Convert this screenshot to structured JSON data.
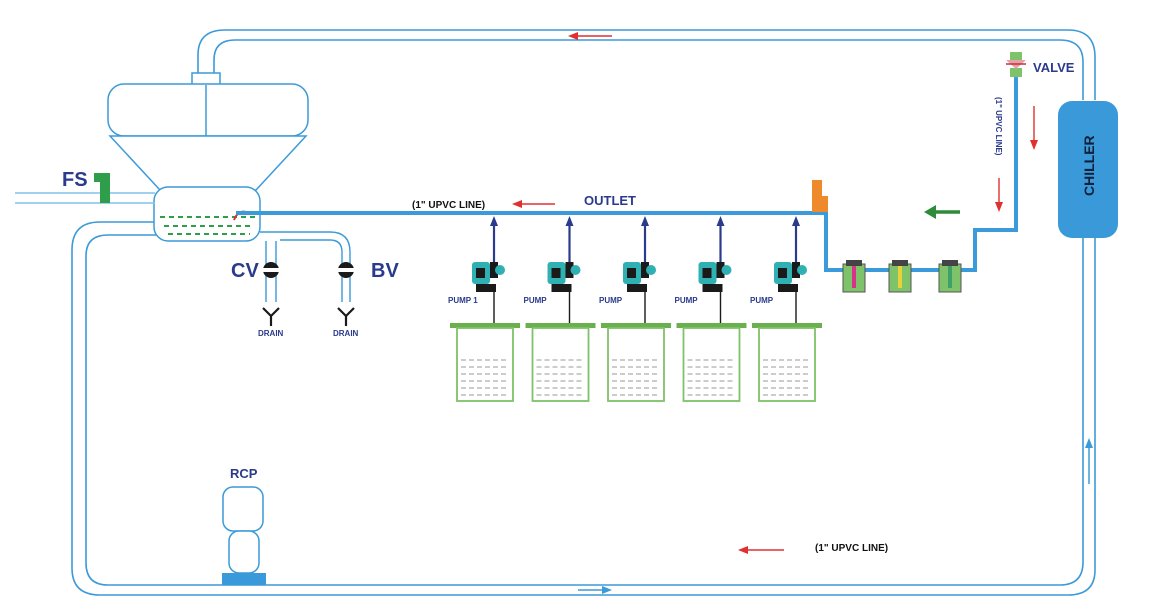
{
  "labels": {
    "fs": "FS",
    "cv": "CV",
    "bv": "BV",
    "drain": "DRAIN",
    "outlet": "OUTLET",
    "valve": "VALVE",
    "chiller": "CHILLER",
    "rcp": "RCP",
    "upvc_line": "(1\" UPVC LINE)",
    "upvc_line_vertical": "(1\" UPVC LINE)"
  },
  "pumps": [
    {
      "label": "PUMP 1"
    },
    {
      "label": "PUMP"
    },
    {
      "label": "PUMP"
    },
    {
      "label": "PUMP"
    },
    {
      "label": "PUMP"
    }
  ],
  "filters": [
    {
      "element_color": "#d6338a"
    },
    {
      "element_color": "#e8d23a"
    },
    {
      "element_color": "#3fa06a"
    }
  ],
  "colors": {
    "pipe": "#3b9ad9",
    "pipe_light": "#7fc3ec",
    "tank_green": "#7ec26a",
    "tank_lid": "#6ab04c",
    "pump_teal": "#2fb1b3",
    "arrow_red": "#e03030",
    "arrow_green": "#2e8b3a",
    "text_blue": "#2a3a8c",
    "chiller": "#3a9ad9",
    "fs_green": "#2e9e4a",
    "orange": "#ef8a2c"
  }
}
